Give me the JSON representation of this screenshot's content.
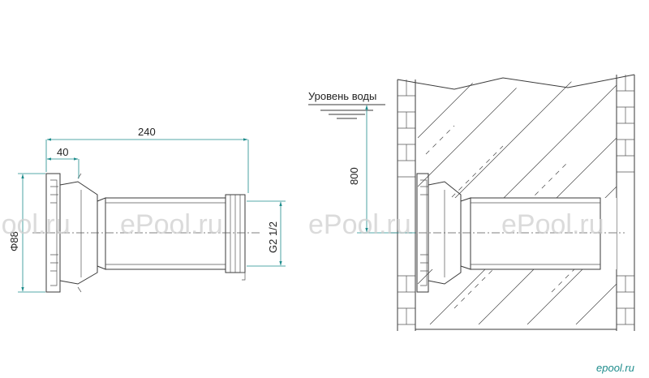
{
  "dimensions": {
    "overall_length": "240",
    "flange_length": "40",
    "flange_diameter": "Φ88",
    "thread": "G2 1/2",
    "depth_below_water": "800"
  },
  "labels": {
    "water_level": "Уровень воды"
  },
  "watermarks": [
    "ePool.ru",
    "ePool.ru",
    "ePool.ru",
    "ePool.ru"
  ],
  "brand": "epool.ru",
  "colors": {
    "dimension": "#1e8c8c",
    "outline": "#3a3a3a",
    "watermark": "#cfcfcf"
  }
}
